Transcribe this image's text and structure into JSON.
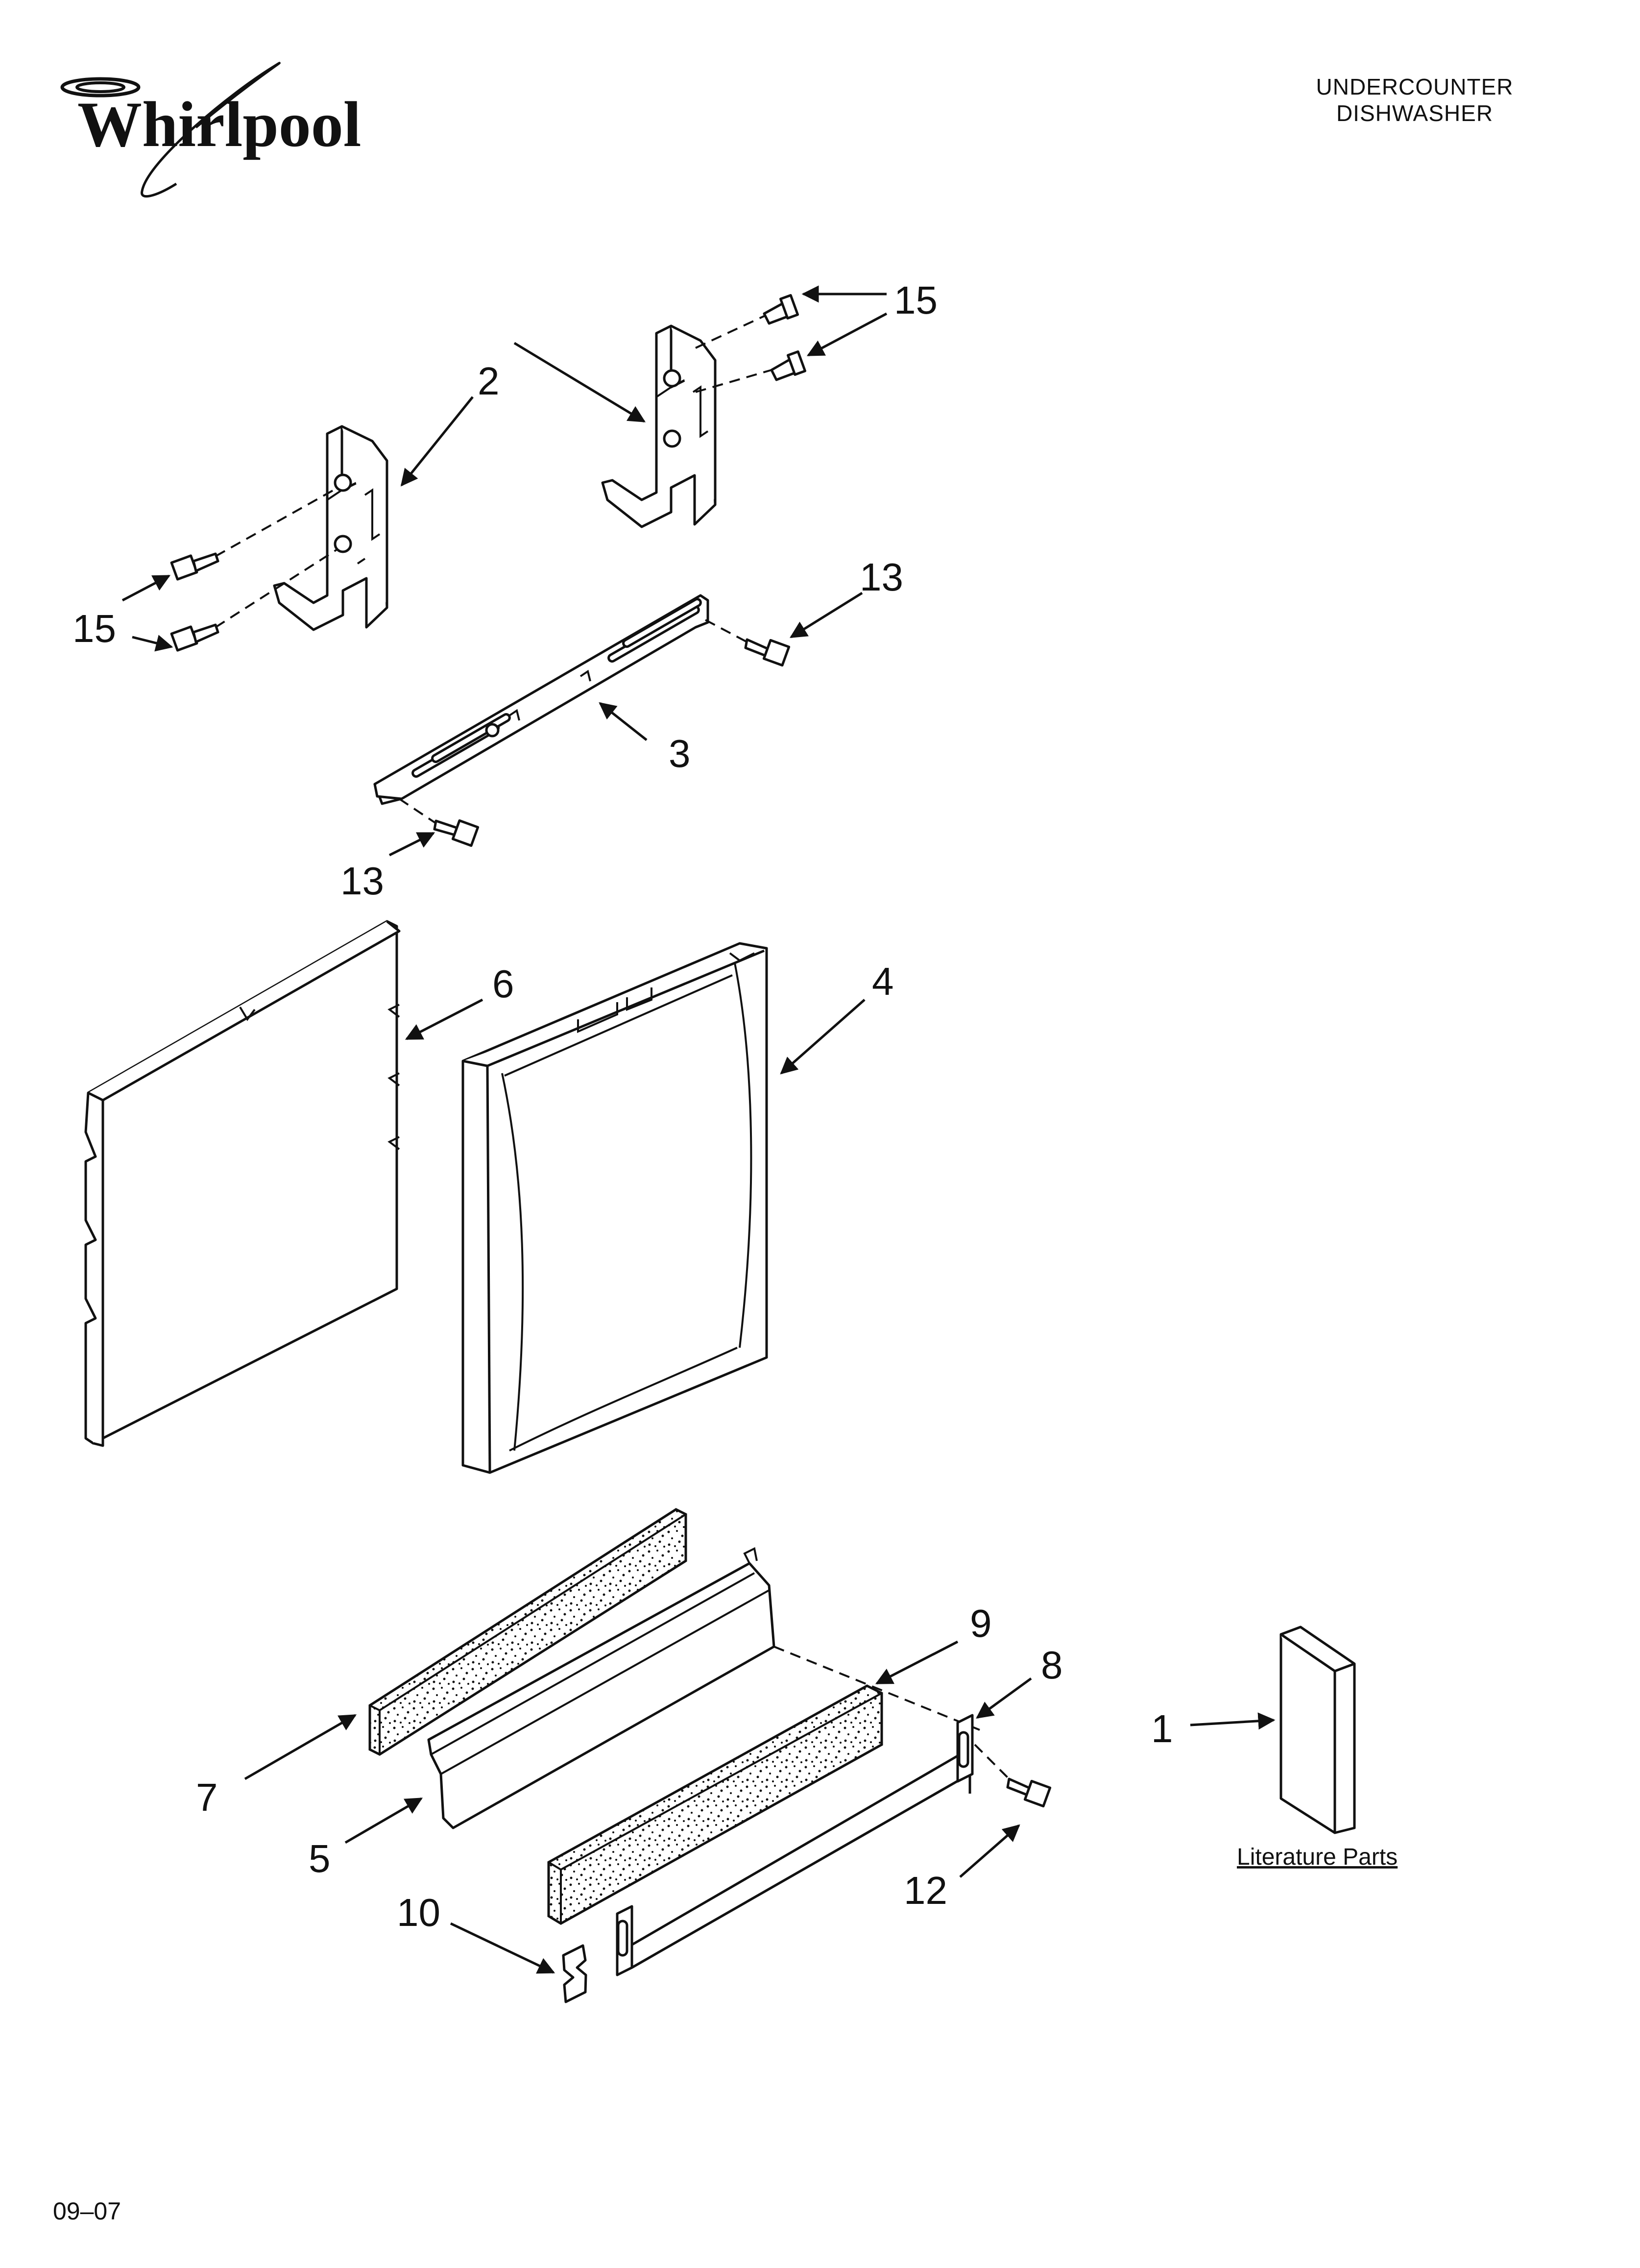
{
  "header": {
    "brand": "Whirlpool",
    "title_line1": "UNDERCOUNTER",
    "title_line2": "DISHWASHER"
  },
  "callouts": {
    "c15_top": "15",
    "c2": "2",
    "c15_left": "15",
    "c13_right": "13",
    "c3": "3",
    "c13_left": "13",
    "c6": "6",
    "c4": "4",
    "c9": "9",
    "c8": "8",
    "c7": "7",
    "c1": "1",
    "c5": "5",
    "c12": "12",
    "c10": "10"
  },
  "literature_label": "Literature Parts",
  "footer_code": "09–07"
}
